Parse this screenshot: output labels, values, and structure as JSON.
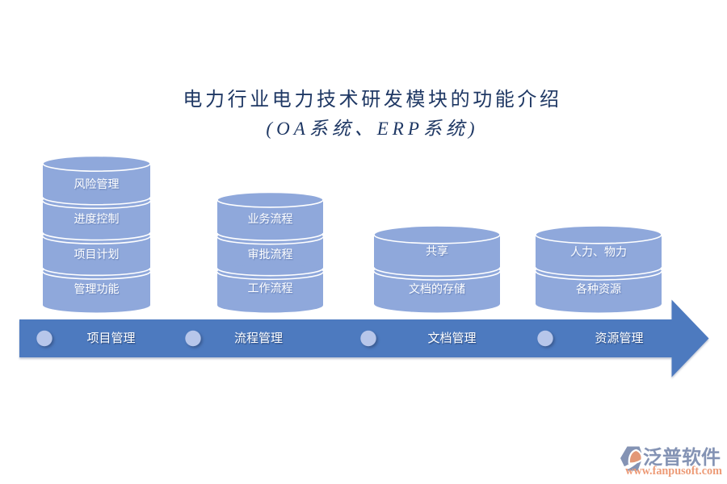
{
  "title": {
    "line1": "电力行业电力技术研发模块的功能介绍",
    "line2": "(OA系统、ERP系统)"
  },
  "stacks": [
    {
      "category": "项目管理",
      "segments": [
        "风险管理",
        "进度控制",
        "项目计划",
        "管理功能"
      ]
    },
    {
      "category": "流程管理",
      "segments": [
        "业务流程",
        "审批流程",
        "工作流程"
      ]
    },
    {
      "category": "文档管理",
      "segments": [
        "共享",
        "文档的存储"
      ]
    },
    {
      "category": "资源管理",
      "segments": [
        "人力、物力",
        "各种资源"
      ]
    }
  ],
  "footer_logo": {
    "brand": "泛普软件",
    "website": "www.fanpusoft.com"
  },
  "colors": {
    "title_text": "#1F3864",
    "cylinder": "#8FA8DB",
    "arrow": "#4D7ABF",
    "marker": "#B7C6EA",
    "label_text": "#FFFFFF",
    "logo_blue": "#8493B4",
    "logo_orange": "#E39877",
    "url_orange": "#ED9B77"
  }
}
